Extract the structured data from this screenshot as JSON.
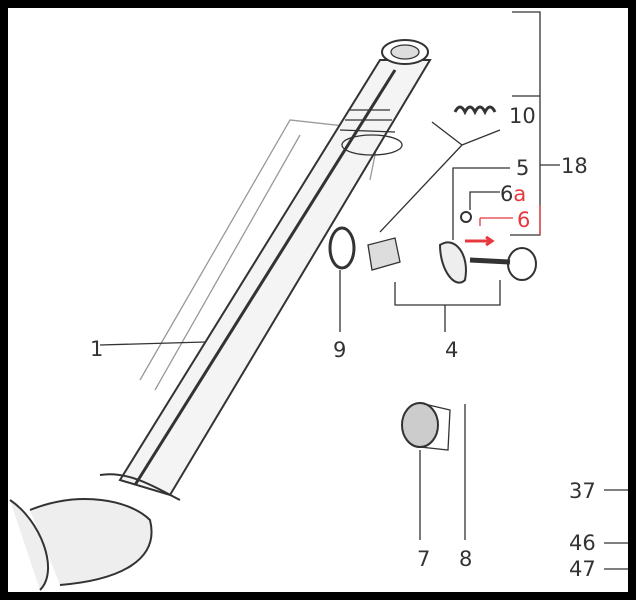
{
  "diagram": {
    "labels": {
      "l1": "1",
      "l4": "4",
      "l5": "5",
      "l6a_num": "6",
      "l6a_letter": "a",
      "l6": "6",
      "l7": "7",
      "l8": "8",
      "l9": "9",
      "l10": "10",
      "l18": "18",
      "l37": "37",
      "l46": "46",
      "l47": "47"
    },
    "colors": {
      "highlight": "#e8383f",
      "line": "#333333",
      "frame": "#000000"
    }
  }
}
